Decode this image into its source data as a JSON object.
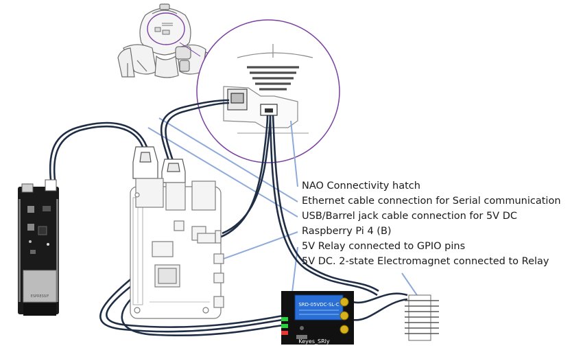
{
  "labels": [
    "NAO Connectivity hatch",
    "Ethernet cable connection for Serial communication",
    "USB/Barrel jack cable connection for 5V DC",
    "Raspberry Pi 4 (B)",
    "5V Relay connected to GPIO pins",
    "5V DC. 2-state Electromagnet connected to Relay"
  ],
  "relay": {
    "name": "Keyes_SRly",
    "part_text": "SRD-05VDC-SL-C"
  },
  "esp32": {
    "module_text": "ESPRESSIF"
  },
  "colors": {
    "leader_line": "#8eaadb",
    "cable_dark": "#1f2d45",
    "zoom_circle": "#7a3fa0",
    "relay_blue": "#2a6fd6",
    "esp_board": "#1a1a1a"
  }
}
